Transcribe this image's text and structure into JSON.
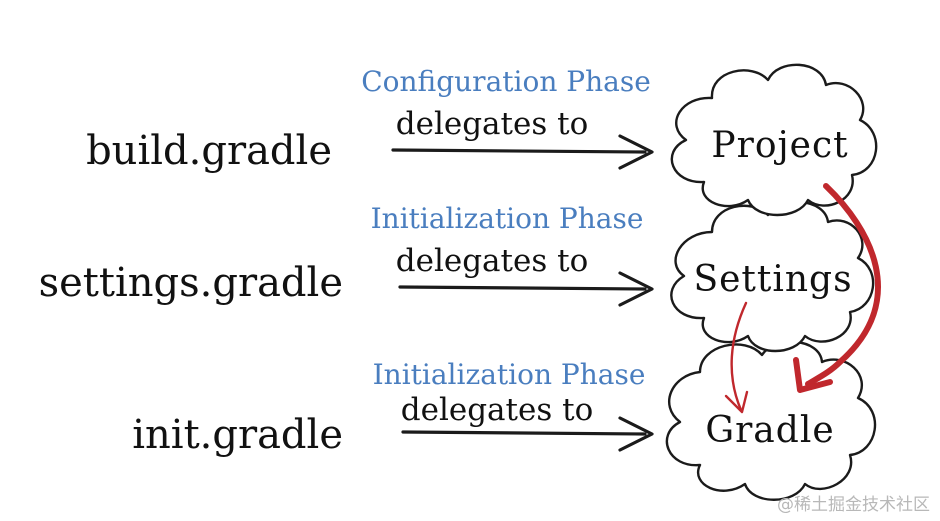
{
  "rows": [
    {
      "file": "build.gradle",
      "phase": "Configuration Phase",
      "relation": "delegates to",
      "target": "Project"
    },
    {
      "file": "settings.gradle",
      "phase": "Initialization Phase",
      "relation": "delegates to",
      "target": "Settings"
    },
    {
      "file": "init.gradle",
      "phase": "Initialization Phase",
      "relation": "delegates to",
      "target": "Gradle"
    }
  ],
  "watermark": "@稀土掘金技术社区",
  "colors": {
    "phase_text": "#4a7ebf",
    "red_arrow": "#c0282d",
    "ink": "#1b1b1b"
  }
}
